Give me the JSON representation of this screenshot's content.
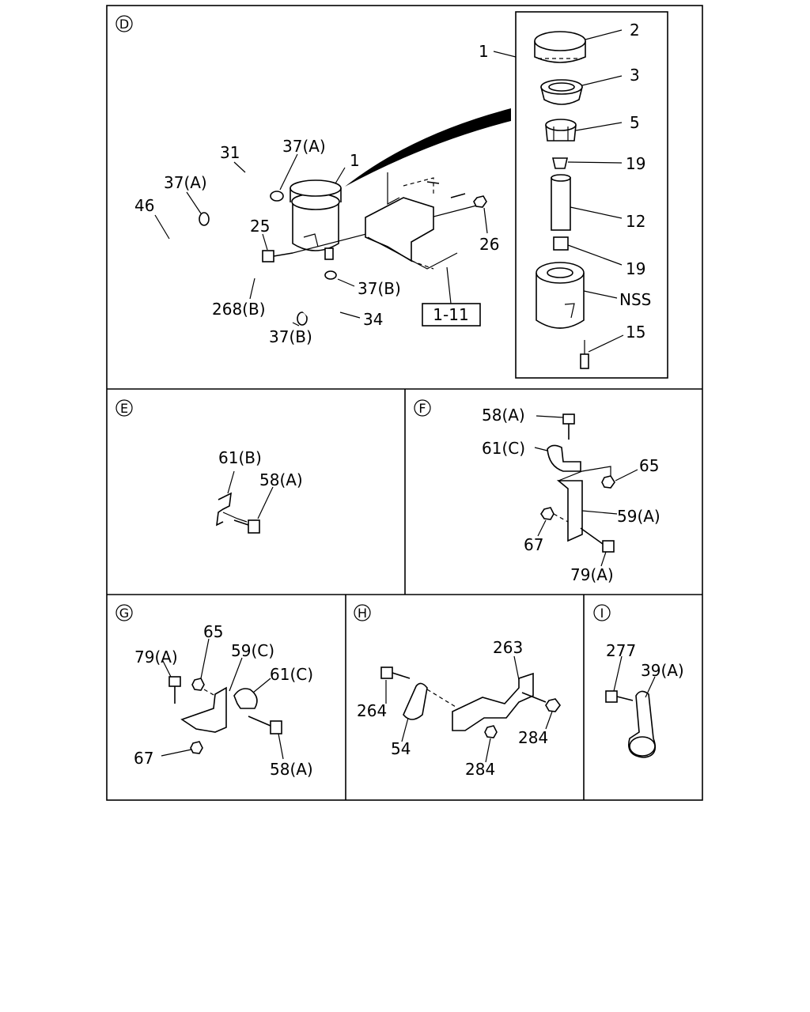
{
  "sections": {
    "d": "D",
    "e": "E",
    "f": "F",
    "g": "G",
    "h": "H",
    "i": "I"
  },
  "section_d": {
    "ref_box": "1-11",
    "labels": [
      "1",
      "31",
      "37(A)",
      "37(A)",
      "46",
      "25",
      "26",
      "268(B)",
      "37(B)",
      "37(B)",
      "34"
    ],
    "detail_labels": [
      "1",
      "2",
      "3",
      "5",
      "19",
      "12",
      "19",
      "NSS",
      "15"
    ]
  },
  "section_e": {
    "labels": [
      "61(B)",
      "58(A)"
    ]
  },
  "section_f": {
    "labels": [
      "58(A)",
      "61(C)",
      "65",
      "59(A)",
      "67",
      "79(A)"
    ]
  },
  "section_g": {
    "labels": [
      "65",
      "79(A)",
      "59(C)",
      "61(C)",
      "67",
      "58(A)"
    ]
  },
  "section_h": {
    "labels": [
      "263",
      "264",
      "54",
      "284",
      "284"
    ]
  },
  "section_i": {
    "labels": [
      "277",
      "39(A)"
    ]
  }
}
